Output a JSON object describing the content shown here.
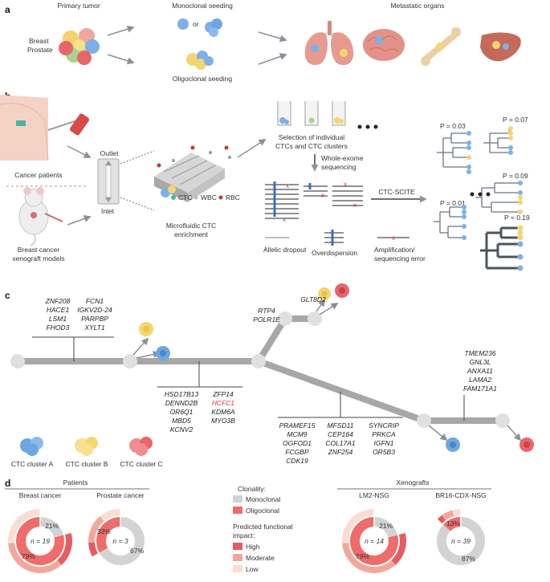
{
  "colors": {
    "blue": "#6ea6e0",
    "yellow": "#f3d66f",
    "red": "#e8656a",
    "organ": "#e79a8f",
    "gray": "#a7a7a7",
    "dark": "#4c5460",
    "oligo": "#ee6c6a",
    "mono": "#d3d3d3",
    "high": "#e35d61",
    "moderate": "#f3a79b",
    "low": "#fbdcd3"
  },
  "panel_a": {
    "label": "a",
    "primary_title": "Primary tumor",
    "primary_sub": [
      "Breast",
      "Prostate"
    ],
    "monoclonal": "Monoclonal seeding",
    "or": "or",
    "oligoclonal": "Oligoclonal seeding",
    "metastatic": "Metastatic organs"
  },
  "panel_b": {
    "label": "b",
    "cancer_patients": "Cancer patients",
    "xenograft": [
      "Breast cancer",
      "xenograft models"
    ],
    "outlet": "Outlet",
    "inlet": "Inlet",
    "legend": [
      "CTC",
      "WBC",
      "RBC"
    ],
    "microfluidic": [
      "Microfluidic CTC",
      "enrichment"
    ],
    "selection": [
      "Selection of individual",
      "CTCs and CTC clusters"
    ],
    "wes": [
      "Whole-exome",
      "sequencing"
    ],
    "scite": "CTC-SCITE",
    "allelic": "Allelic dropout",
    "overdispersion": "Overdispersion",
    "amplification": [
      "Amplification/",
      "sequencing error"
    ],
    "pvalues": [
      "P = 0.03",
      "P = 0.07",
      "P = 0.09",
      "P = 0.01",
      "P = 0.19"
    ]
  },
  "panel_c": {
    "label": "c",
    "genes_left_a": [
      "ZNF208",
      "HACE1",
      "LSM1",
      "FHOD3"
    ],
    "genes_left_b": [
      "FCN1",
      "IGKV2D-24",
      "PARPBP",
      "XYLT1"
    ],
    "genes_mid_a": [
      "HSD17B13",
      "DENND2B",
      "OR6Q1",
      "MBD5",
      "KCNV2"
    ],
    "genes_mid_b": [
      "ZFP14",
      "HCFC1",
      "KDM6A",
      "MYO3B"
    ],
    "genes_top": [
      "RTP4",
      "POLR1E"
    ],
    "genes_glt": [
      "GLT8D2"
    ],
    "genes_lower_a": [
      "PRAMEF15",
      "MCM9",
      "OGFOD1",
      "FCGBP",
      "CDK19"
    ],
    "genes_lower_b": [
      "MFSD11",
      "CEP164",
      "COL17A1",
      "ZNF254"
    ],
    "genes_lower_c": [
      "SYNCRIP",
      "PRKCA",
      "IGFN1",
      "OR5B3"
    ],
    "genes_right": [
      "TMEM236",
      "GNL3L",
      "ANXA11",
      "LAMA2",
      "FAM171A1"
    ],
    "cluster_a": "CTC cluster A",
    "cluster_b": "CTC cluster B",
    "cluster_c": "CTC cluster C"
  },
  "panel_d": {
    "label": "d",
    "patients": "Patients",
    "xenografts": "Xenografts",
    "clonality": "Clonality:",
    "mono": "Monoclonal",
    "oligo": "Oligoclonal",
    "impact": [
      "Predicted functional",
      "impact:"
    ],
    "high": "High",
    "moderate": "Moderate",
    "low": "Low"
  },
  "chart_data": {
    "type": "pie",
    "charts": [
      {
        "title": "Breast cancer",
        "n": "n = 19",
        "center": "n = 19",
        "oligoclonal_pct": 79,
        "monoclonal_pct": 21,
        "labels": [
          "79%",
          "21%"
        ]
      },
      {
        "title": "Prostate cancer",
        "n": "n = 3",
        "center": "n = 3",
        "oligoclonal_pct": 33,
        "monoclonal_pct": 67,
        "labels": [
          "33%",
          "67%"
        ]
      },
      {
        "title": "LM2-NSG",
        "n": "n = 14",
        "center": "n = 14",
        "oligoclonal_pct": 79,
        "monoclonal_pct": 21,
        "labels": [
          "79%",
          "21%"
        ]
      },
      {
        "title": "BR16-CDX-NSG",
        "n": "n = 39",
        "center": "n = 39",
        "oligoclonal_pct": 13,
        "monoclonal_pct": 87,
        "labels": [
          "13%",
          "87%"
        ]
      }
    ]
  }
}
